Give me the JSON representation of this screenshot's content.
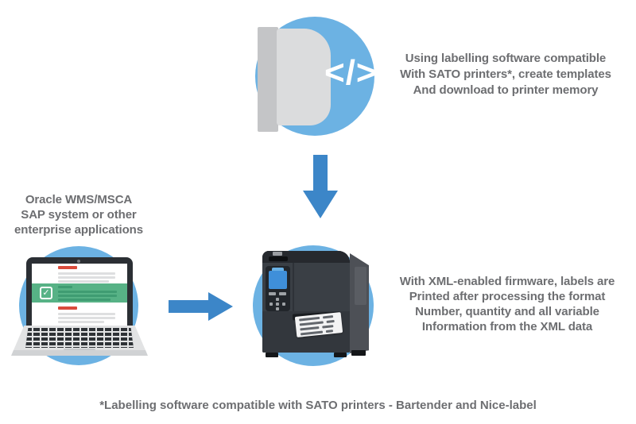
{
  "palette": {
    "circle_blue": "#6cb2e3",
    "arrow_blue": "#3c86c8",
    "text_gray": "#6d6e71",
    "green": "#57b286",
    "green_line": "#3f9c72",
    "red": "#da4b3c",
    "dark": "#2b2f34",
    "lcd_blue": "#3f8fd9",
    "box_front": "#dbdcdd",
    "box_spine": "#c4c5c7"
  },
  "icons": {
    "code_glyph": "</>",
    "check_glyph": "✓"
  },
  "steps": {
    "software": {
      "caption_lines": [
        "Using labelling software compatible",
        "With SATO printers*, create templates",
        "And download to printer memory"
      ]
    },
    "erp": {
      "caption_lines": [
        "Oracle WMS/MSCA",
        "SAP system or other",
        "enterprise applications"
      ]
    },
    "printer": {
      "caption_lines": [
        "With XML-enabled firmware, labels are",
        "Printed after processing the format",
        "Number, quantity and all variable",
        "Information from the XML data"
      ]
    }
  },
  "footnote": "*Labelling software compatible with SATO printers - Bartender and Nice-label"
}
